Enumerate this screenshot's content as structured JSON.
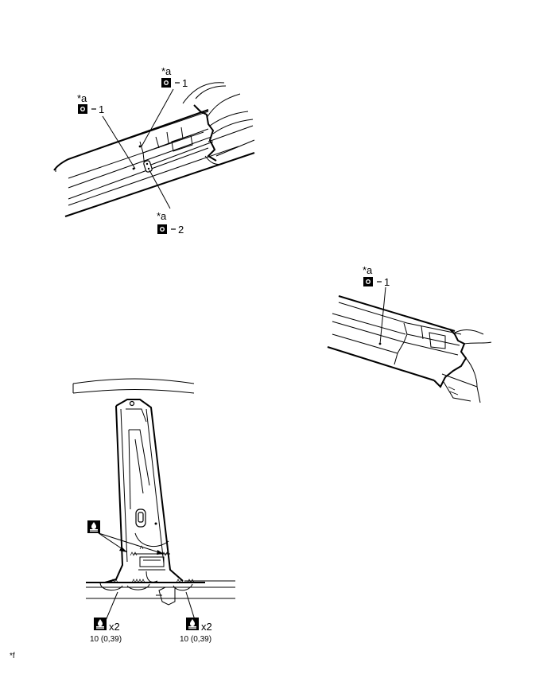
{
  "callouts": {
    "view1_a1": {
      "code": "*a",
      "num": "1"
    },
    "view1_a2": {
      "code": "*a",
      "num": "1"
    },
    "view1_a3": {
      "code": "*a",
      "num": "2"
    },
    "view2_a1": {
      "code": "*a",
      "num": "1"
    }
  },
  "pillar": {
    "left_multiplier": "x2",
    "right_multiplier": "x2",
    "left_torque": "10 (0,39)",
    "right_torque": "10 (0,39)"
  },
  "footer": {
    "code": "*f"
  }
}
